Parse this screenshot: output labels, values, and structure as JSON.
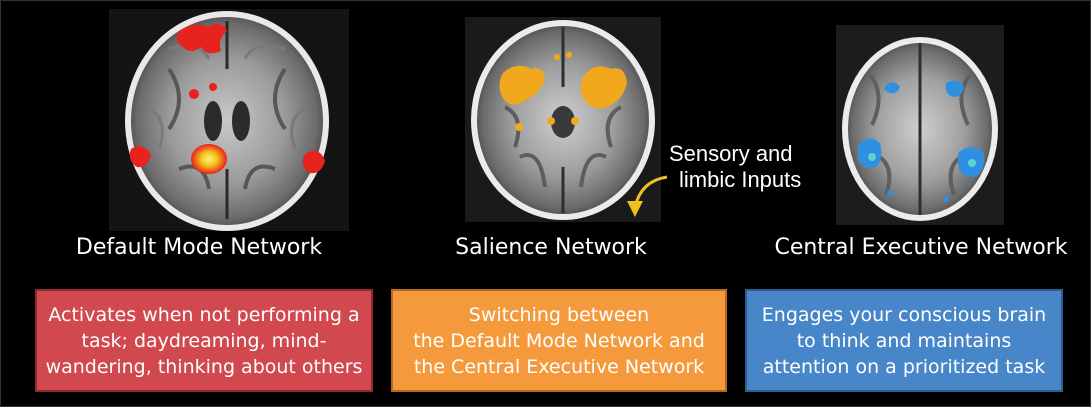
{
  "networks": [
    {
      "title": "Default Mode Network",
      "description_lines": [
        "Activates when not performing a",
        "task; daydreaming, mind-",
        "wandering, thinking about others"
      ],
      "box_color": "#d1484f",
      "box_border": "#8e2a30",
      "activation_color": "#e8221c"
    },
    {
      "title": "Salience Network",
      "description_lines": [
        "Switching between",
        "the Default Mode Network and",
        "the Central Executive Network"
      ],
      "box_color": "#f59a3c",
      "box_border": "#b66a1d",
      "activation_color": "#f2a81c"
    },
    {
      "title": "Central Executive Network",
      "description_lines": [
        "Engages your conscious brain",
        "to think and maintains",
        "attention on a prioritized task"
      ],
      "box_color": "#4787c9",
      "box_border": "#2c5d93",
      "activation_color": "#2f8fe0"
    }
  ],
  "annotation": {
    "lines": [
      "Sensory and",
      "limbic Inputs"
    ],
    "arrow_color": "#f0c020"
  }
}
